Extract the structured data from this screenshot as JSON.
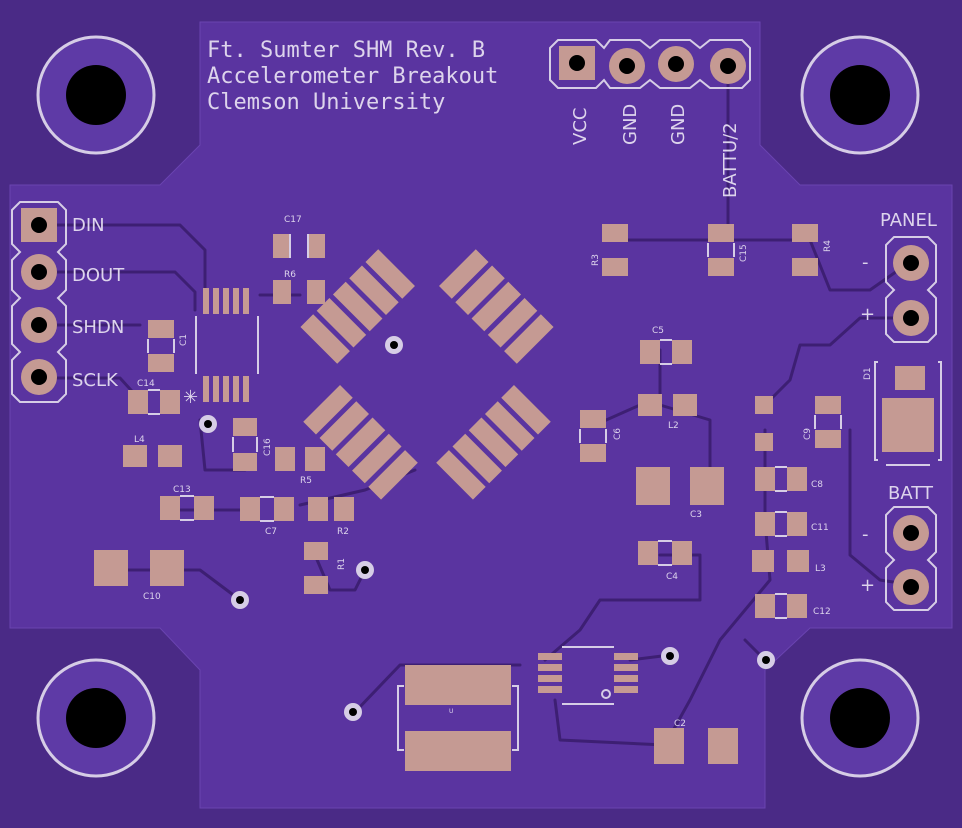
{
  "board": {
    "title_lines": [
      "Ft. Sumter SHM Rev. B",
      "Accelerometer Breakout",
      "Clemson University"
    ],
    "colors": {
      "board": "#4a2a86",
      "copper": "#5a34a0",
      "pad": "#c59a93",
      "silkscreen": "#d6cde6"
    }
  },
  "headers": {
    "top": [
      "VCC",
      "GND",
      "GND",
      "BATTU/2"
    ],
    "left": [
      "DIN",
      "DOUT",
      "SHDN",
      "SCLK"
    ],
    "panel": {
      "title": "PANEL",
      "minus": "-",
      "plus": "+"
    },
    "batt": {
      "title": "BATT",
      "minus": "-",
      "plus": "+"
    }
  },
  "components": {
    "C1": "C1",
    "C2": "C2",
    "C3": "C3",
    "C4": "C4",
    "C5": "C5",
    "C6": "C6",
    "C7": "C7",
    "C8": "C8",
    "C9": "C9",
    "C10": "C10",
    "C11": "C11",
    "C12": "C12",
    "C13": "C13",
    "C14": "C14",
    "C15": "C15",
    "C16": "C16",
    "C17": "C17",
    "R1": "R1",
    "R2": "R2",
    "R3": "R3",
    "R4": "R4",
    "R5": "R5",
    "R6": "R6",
    "L2": "L2",
    "L3": "L3",
    "L4": "L4",
    "D1": "D1",
    "U": "U"
  }
}
